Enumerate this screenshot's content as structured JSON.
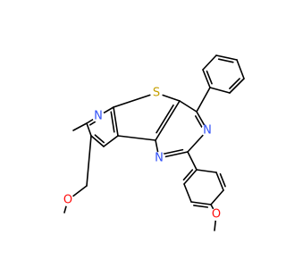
{
  "colors": {
    "bond": "#000000",
    "carbon": "#000000",
    "nitrogen": "#3050F8",
    "oxygen": "#FF0D0D",
    "sulfur": "#C6A000"
  },
  "atoms": {
    "n_pyridine": {
      "label": "N",
      "element": "nitrogen"
    },
    "s_thiophene": {
      "label": "S",
      "element": "sulfur"
    },
    "n_pyrimidine_upper": {
      "label": "N",
      "element": "nitrogen"
    },
    "n_pyrimidine_lower": {
      "label": "N",
      "element": "nitrogen"
    },
    "o_methoxymethyl": {
      "label": "O",
      "element": "oxygen"
    },
    "o_methoxyphenyl": {
      "label": "O",
      "element": "oxygen"
    }
  }
}
